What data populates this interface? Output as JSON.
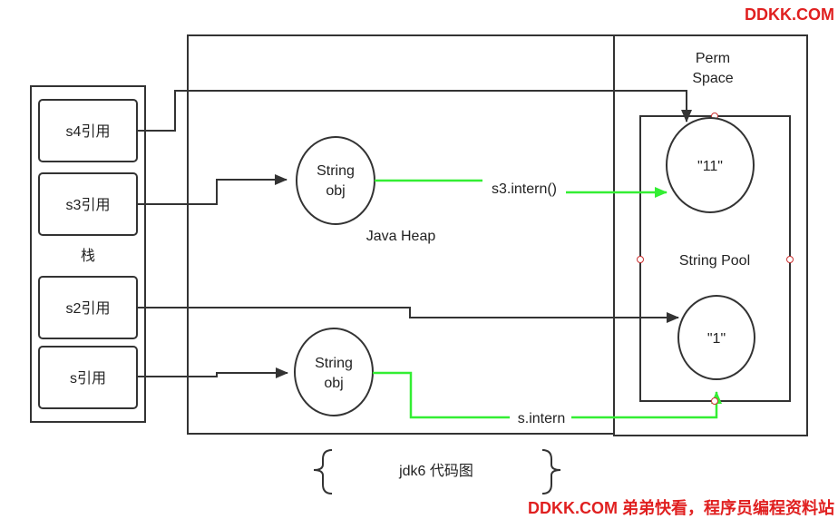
{
  "watermark_top": "DDKK.COM",
  "watermark_bottom": "DDKK.COM 弟弟快看，程序员编程资料站",
  "stack": {
    "label": "栈",
    "refs": [
      "s4引用",
      "s3引用",
      "s2引用",
      "s引用"
    ]
  },
  "heap": {
    "label": "Java Heap",
    "obj1_line1": "String",
    "obj1_line2": "obj",
    "obj2_line1": "String",
    "obj2_line2": "obj"
  },
  "perm": {
    "title_line1": "Perm",
    "title_line2": "Space",
    "pool_label": "String Pool",
    "const_11": "\"11\"",
    "const_1": "\"1\""
  },
  "arrows": {
    "s3_intern": "s3.intern()",
    "s_intern": "s.intern"
  },
  "caption": "jdk6 代码图",
  "colors": {
    "line": "#333333",
    "green": "#33ee33",
    "watermark": "#e02020"
  }
}
